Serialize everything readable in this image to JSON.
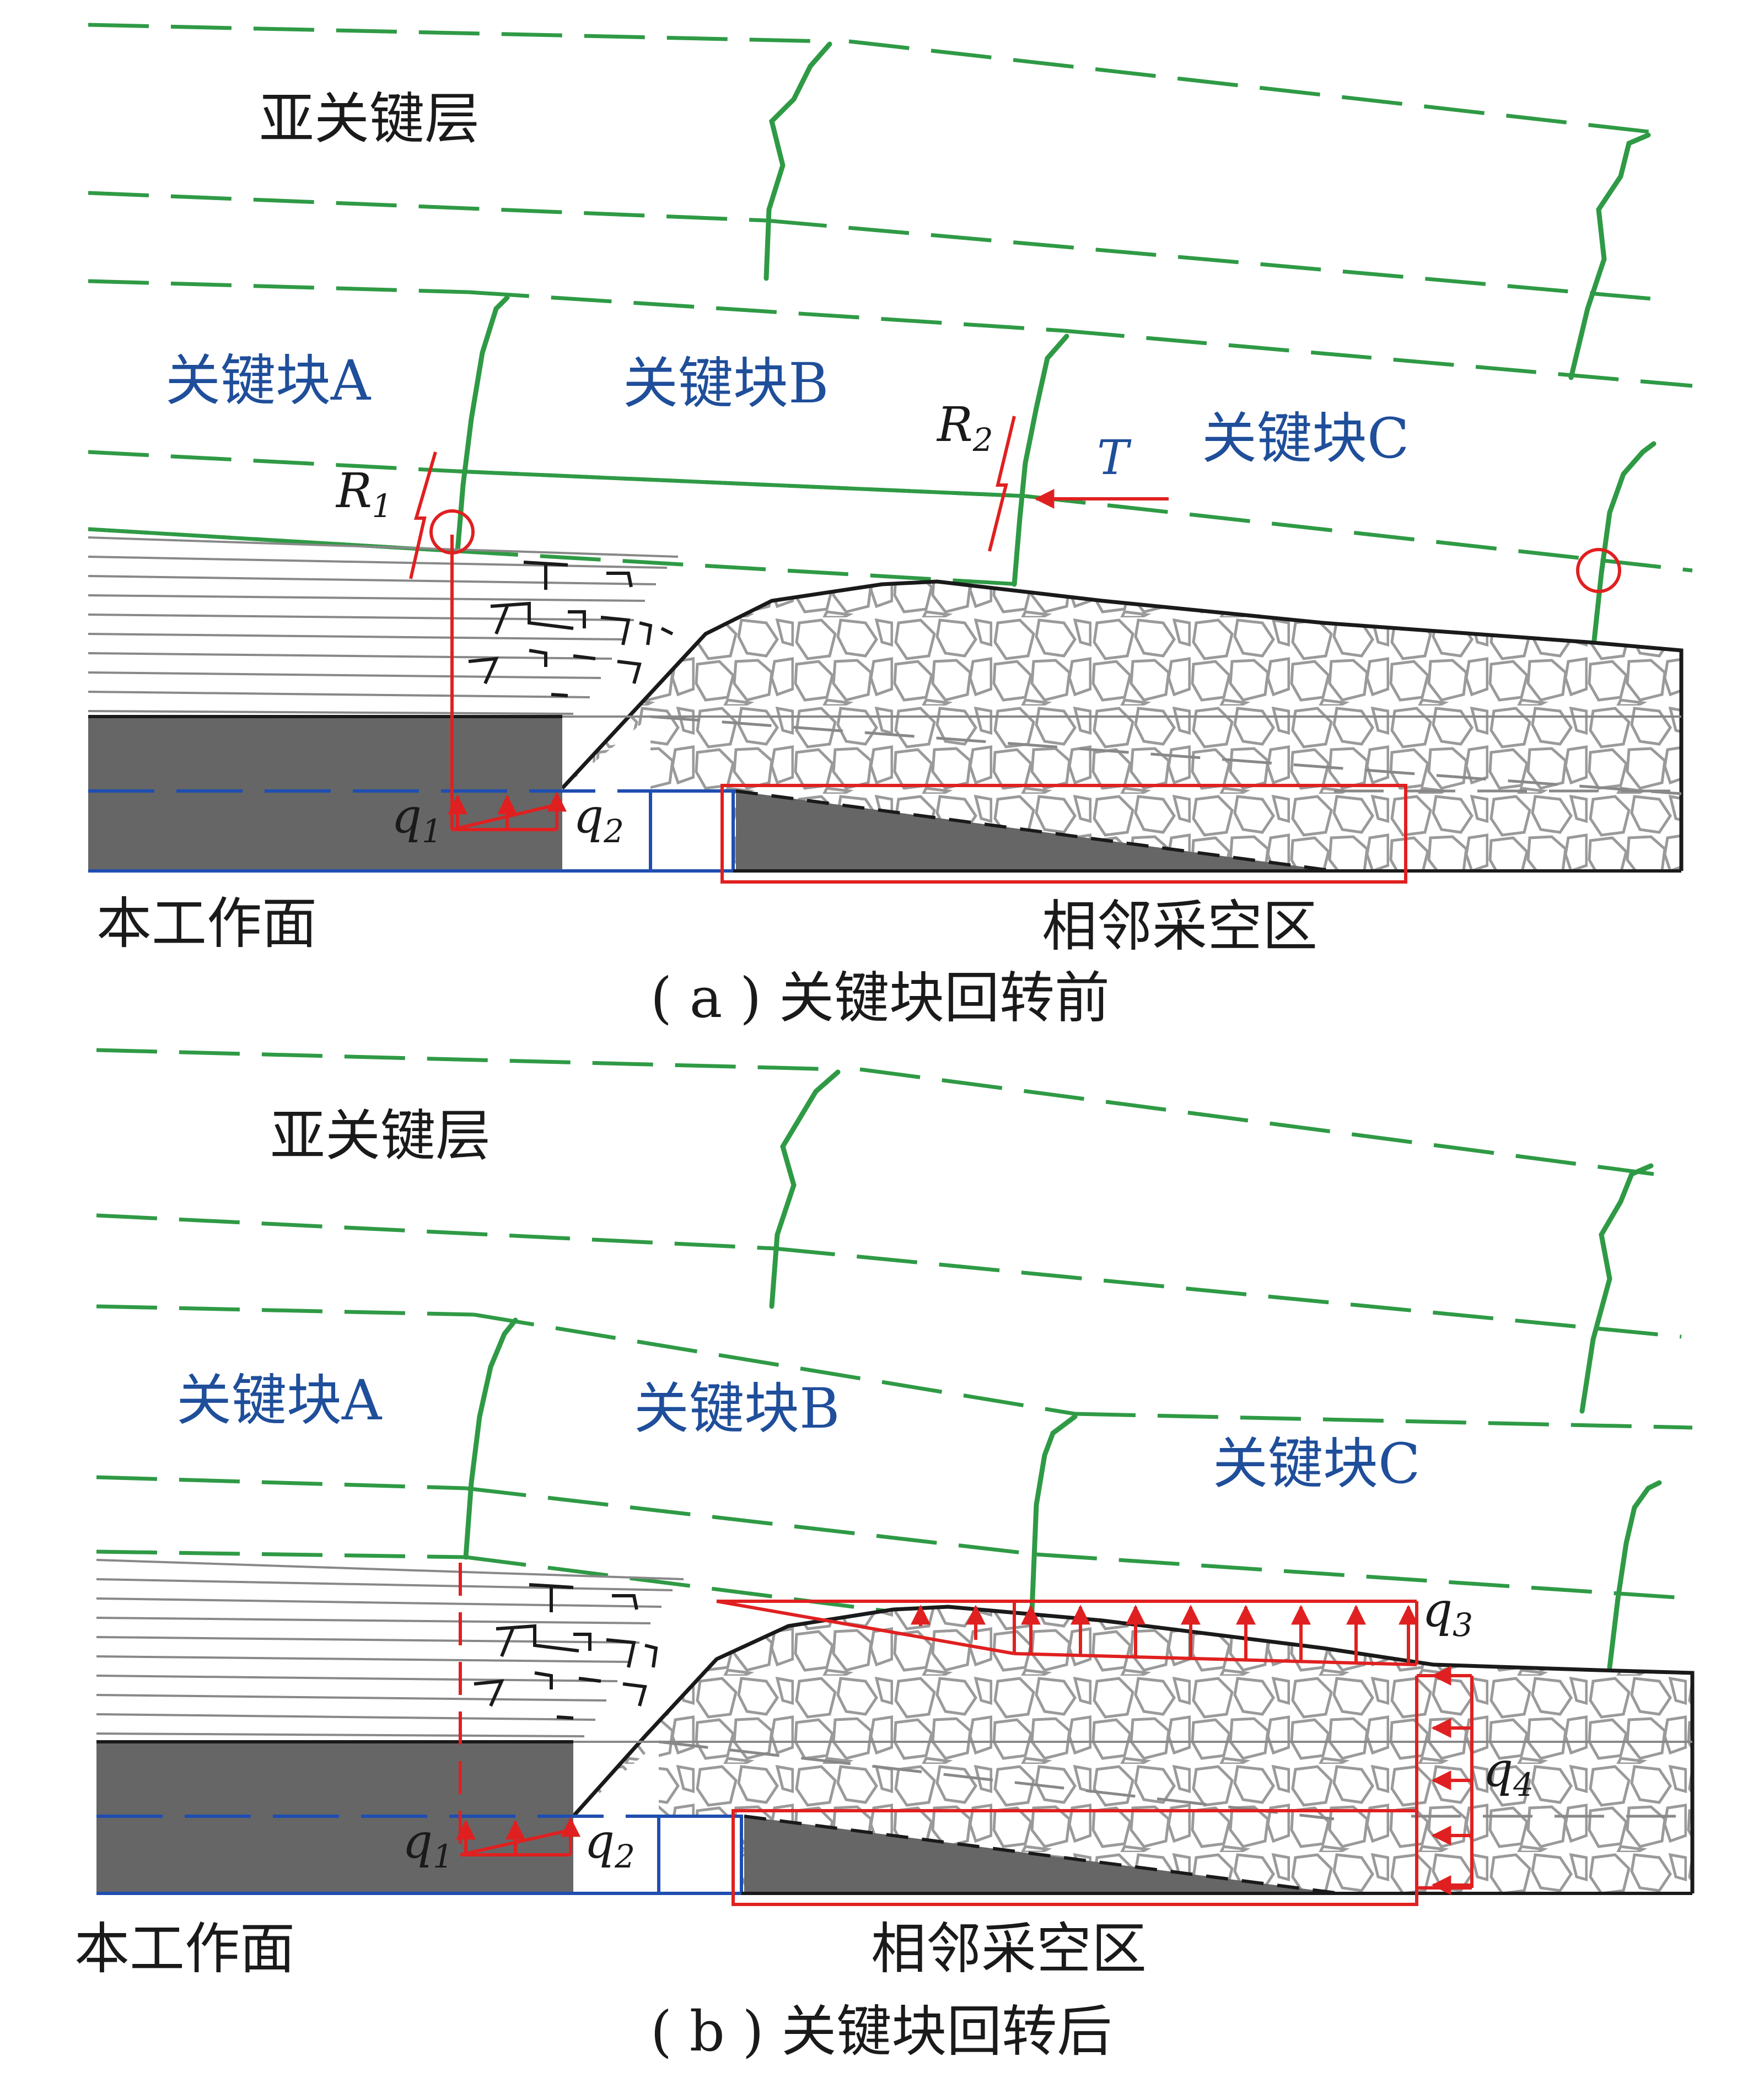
{
  "colors": {
    "green": "#2f9a45",
    "blue_label": "#1f4e9a",
    "red": "#e02020",
    "coal": "#666666",
    "seam_blue": "#1f4eb0",
    "rubble_stroke": "#9a9a9a"
  },
  "panel_a": {
    "sub_key_layer": "亚关键层",
    "block_a": "关键块A",
    "block_b": "关键块B",
    "block_c": "关键块C",
    "r1_main": "R",
    "r1_sub": "1",
    "r2_main": "R",
    "r2_sub": "2",
    "t_label": "T",
    "q1_main": "q",
    "q1_sub": "1",
    "q2_main": "q",
    "q2_sub": "2",
    "working_face": "本工作面",
    "goaf": "相邻采空区",
    "caption": "( a ) 关键块回转前"
  },
  "panel_b": {
    "sub_key_layer": "亚关键层",
    "block_a": "关键块A",
    "block_b": "关键块B",
    "block_c": "关键块C",
    "q1_main": "q",
    "q1_sub": "1",
    "q2_main": "q",
    "q2_sub": "2",
    "q3_main": "q",
    "q3_sub": "3",
    "q4_main": "q",
    "q4_sub": "4",
    "working_face": "本工作面",
    "goaf": "相邻采空区",
    "caption": "( b ) 关键块回转后"
  }
}
